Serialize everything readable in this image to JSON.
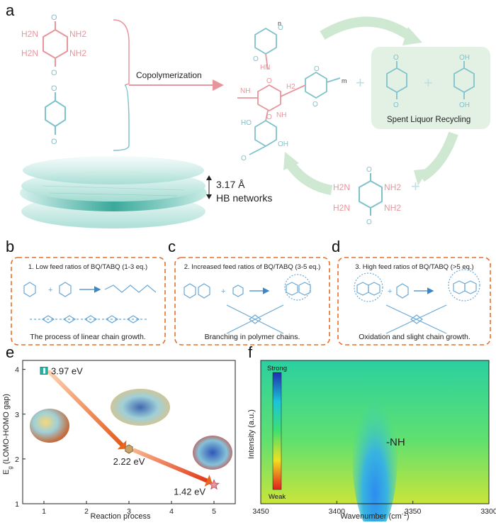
{
  "panels": {
    "a": "a",
    "b": "b",
    "c": "c",
    "d": "d",
    "e": "e",
    "f": "f"
  },
  "scheme_a": {
    "nh2": "NH2",
    "h2n": "H2N",
    "h2": "H2",
    "o": "O",
    "oh": "OH",
    "ho": "HO",
    "hn": "HN",
    "nh": "NH",
    "n_sub": "n",
    "m_sub": "m",
    "copolymerization": "Copolymerization",
    "spent_liquor": "Spent Liquor Recycling",
    "plus": "+",
    "spacing": "3.17 Å",
    "hb_networks": "HB networks"
  },
  "panel_b": {
    "title": "1. Low feed ratios of BQ/TABQ (1-3 eq.)",
    "caption": "The process of linear chain growth."
  },
  "panel_c": {
    "title": "2. Increased feed ratios of BQ/TABQ (3-5 eq.)",
    "caption": "Branching in polymer chains."
  },
  "panel_d": {
    "title": "3. High feed ratios of BQ/TABQ (>5 eq.)",
    "caption": "Oxidation and  slight chain growth."
  },
  "chart_data": [
    {
      "type": "scatter",
      "xlabel": "Reaction process",
      "ylabel": "Eg (LOMO-HOMO gap)",
      "ylabel_main": "E",
      "ylabel_sub": "g",
      "ylabel_rest": " (LOMO-HOMO gap)",
      "xlim": [
        0.5,
        5.5
      ],
      "ylim": [
        1.0,
        4.2
      ],
      "x_ticks": [
        "1",
        "2",
        "3",
        "4",
        "5"
      ],
      "y_ticks": [
        "1",
        "2",
        "3",
        "4"
      ],
      "points": [
        {
          "x": 1,
          "y": 3.97,
          "label": "3.97 eV",
          "marker": "square",
          "color": "#26b5a5"
        },
        {
          "x": 3,
          "y": 2.22,
          "label": "2.22 eV",
          "marker": "hexagon",
          "color": "#c8a36a"
        },
        {
          "x": 5,
          "y": 1.42,
          "label": "1.42 eV",
          "marker": "star",
          "color": "#e8969d"
        }
      ],
      "arrow_color": "#e8661e"
    },
    {
      "type": "heatmap",
      "xlabel": "Wavenumber (cm-1)",
      "xlabel_main": "Wavenumber (cm",
      "xlabel_sup": "-1",
      "xlabel_end": ")",
      "ylabel": "Intensity (a.u.)",
      "xlim": [
        3450,
        3300
      ],
      "x_ticks": [
        "3450",
        "3400",
        "3350",
        "3300"
      ],
      "peak_label": "-NH",
      "peak_x": 3375,
      "colorbar": {
        "top": "Strong",
        "bottom": "Weak"
      }
    }
  ]
}
